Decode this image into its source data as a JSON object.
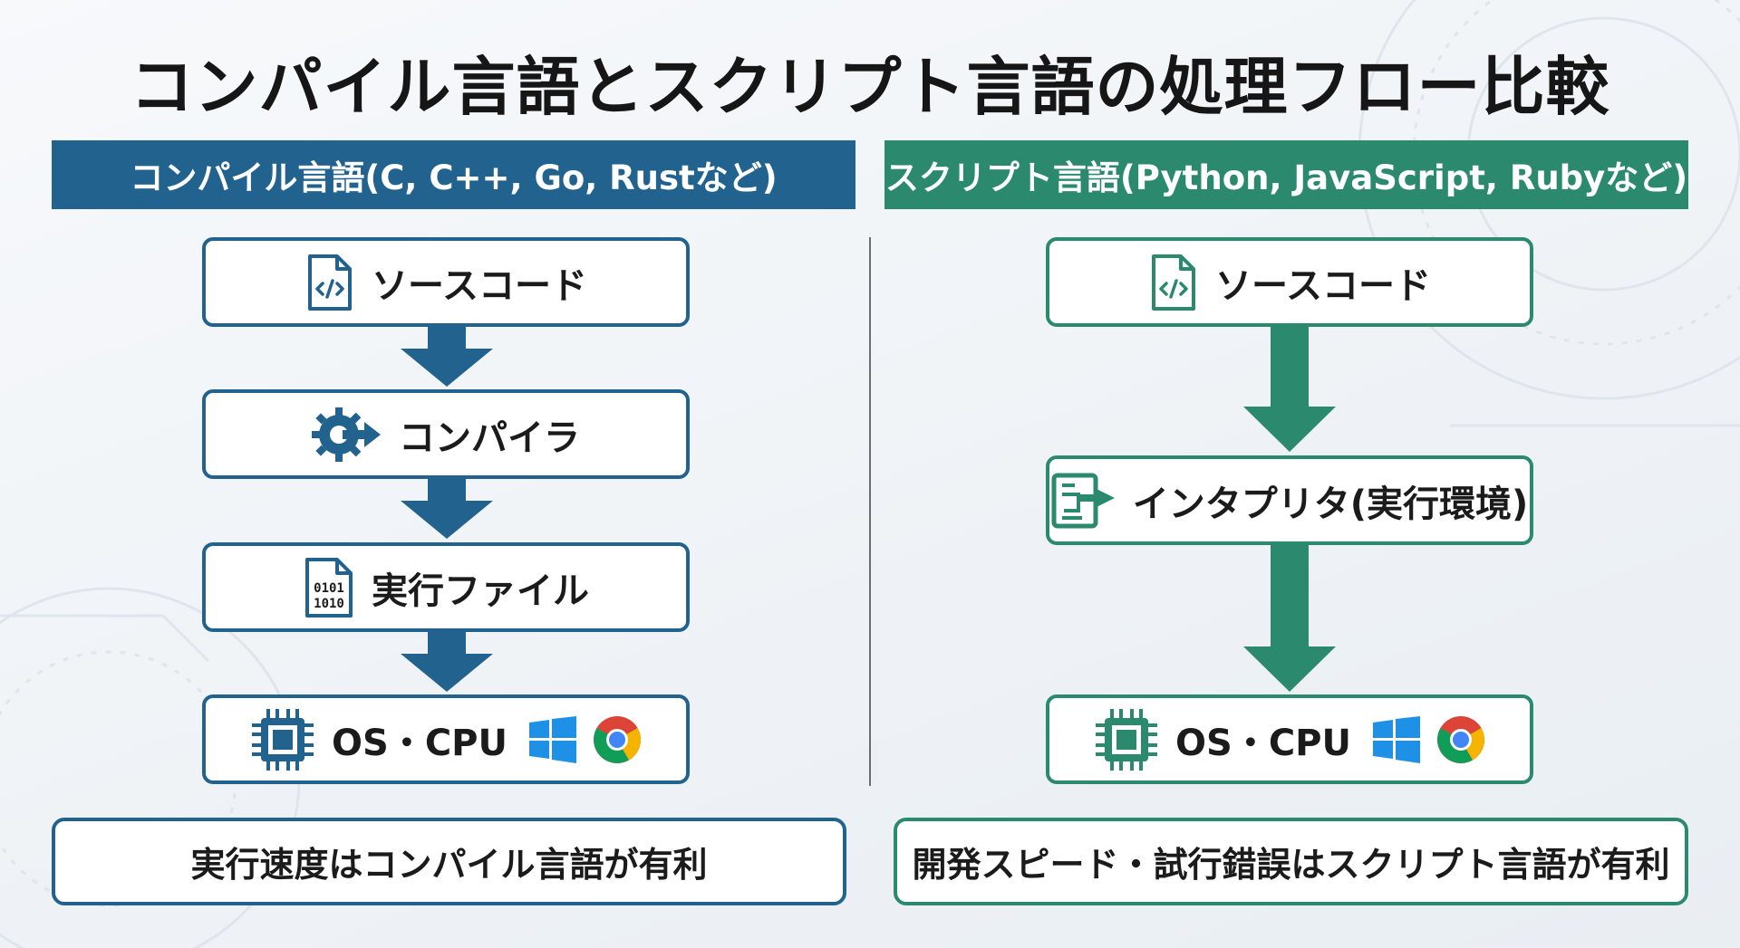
{
  "title": "コンパイル言語とスクリプト言語の処理フロー比較",
  "left": {
    "header": "コンパイル言語(C, C++, Go, Rustなど)",
    "steps": {
      "source": "ソースコード",
      "compiler": "コンパイラ",
      "executable": "実行ファイル",
      "os_cpu": "OS・CPU"
    },
    "binary_icon_text": [
      "0101",
      "1010"
    ],
    "summary": "実行速度はコンパイル言語が有利"
  },
  "right": {
    "header": "スクリプト言語(Python, JavaScript, Rubyなど)",
    "steps": {
      "source": "ソースコード",
      "interpreter": "インタプリタ(実行環境)",
      "os_cpu": "OS・CPU"
    },
    "summary": "開発スピード・試行錯誤はスクリプト言語が有利"
  },
  "colors": {
    "blue": "#22628f",
    "green": "#2b8a6e"
  },
  "icons": [
    "code-file-icon",
    "gear-arrow-icon",
    "binary-file-icon",
    "cpu-chip-icon",
    "windows-logo-icon",
    "chrome-logo-icon",
    "interpreter-flow-icon"
  ]
}
